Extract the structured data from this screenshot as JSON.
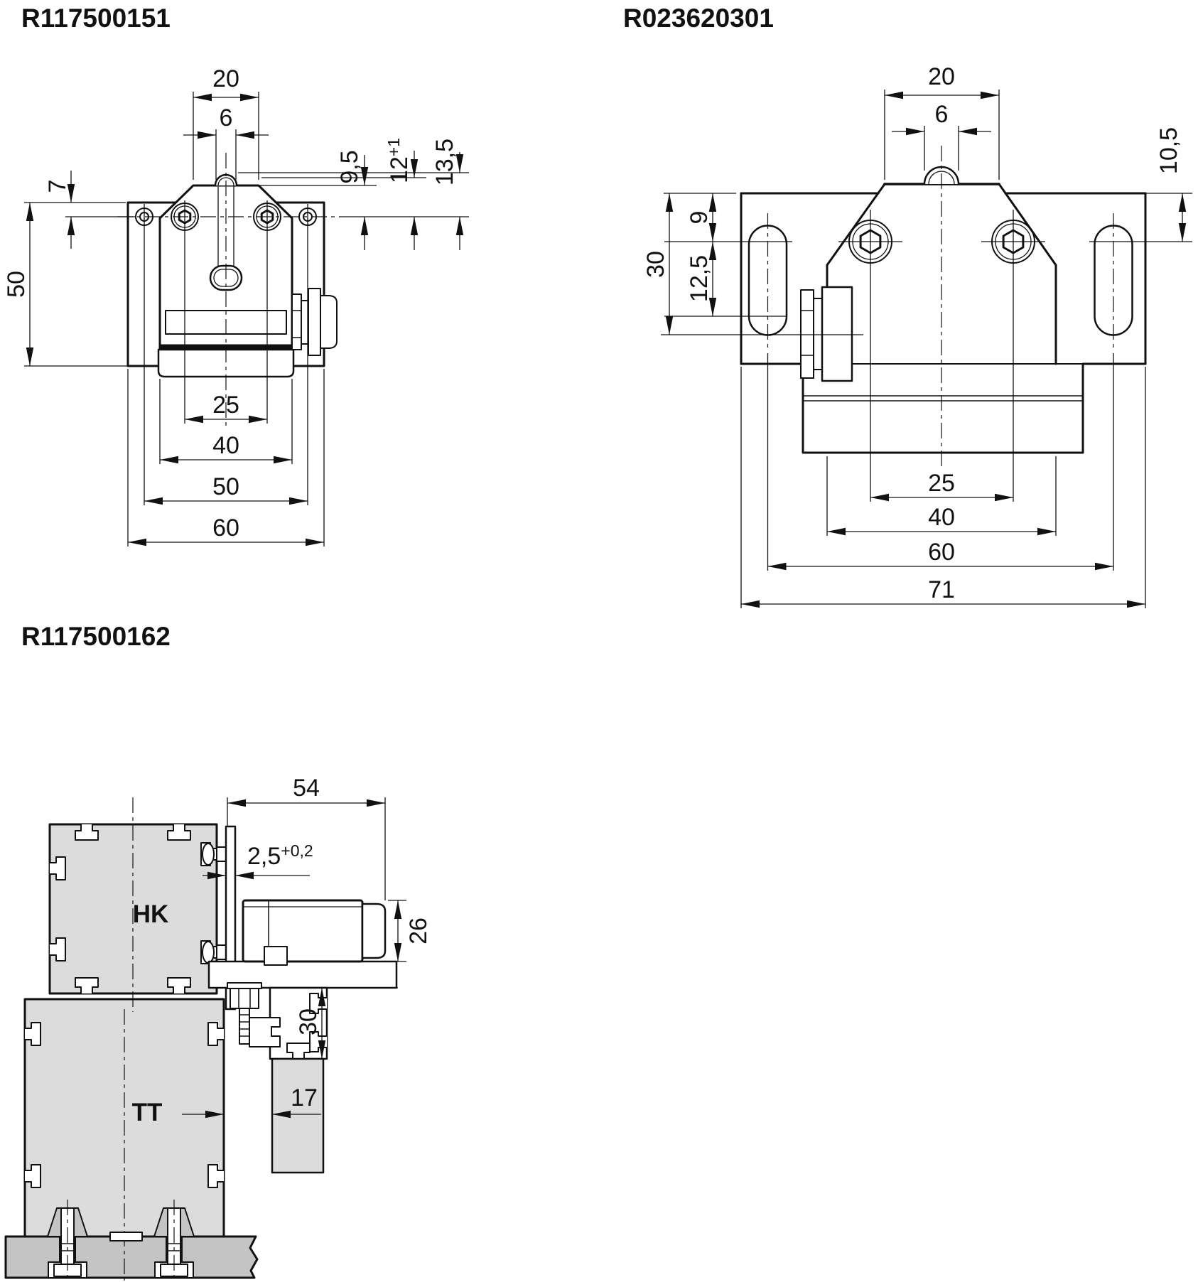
{
  "colors": {
    "line": "#111111",
    "background": "#ffffff",
    "profile_fill": "#dcdcdc",
    "section_fill": "#c4c4c4"
  },
  "drawings": {
    "d1": {
      "title": "R117500151",
      "dims": {
        "top_width": "20",
        "actuator_width": "6",
        "edge_to_hole": "7",
        "plate_height": "50",
        "ref_mid": "9,5",
        "actuation_base": "12",
        "actuation_tol": "+1",
        "ref_top": "13,5",
        "hole_spacing": "25",
        "body_width": "40",
        "plate_hole_spacing": "50",
        "plate_width": "60"
      }
    },
    "d2": {
      "title": "R023620301",
      "dims": {
        "top_width": "20",
        "actuator_width": "6",
        "plate_height": "30",
        "top_to_slot": "9",
        "slot_length": "12,5",
        "top_to_center_right": "10,5",
        "hole_spacing": "25",
        "body_width": "40",
        "slot_spacing": "60",
        "plate_width": "71"
      }
    },
    "d3": {
      "title": "R117500162",
      "labels": {
        "upper_profile": "HK",
        "lower_profile": "TT"
      },
      "dims": {
        "overall_width": "54",
        "cam_gap": "2,5",
        "cam_gap_tol": "+0,2",
        "sensor_height": "26",
        "rail_height": "30",
        "cam_offset": "17"
      }
    }
  }
}
